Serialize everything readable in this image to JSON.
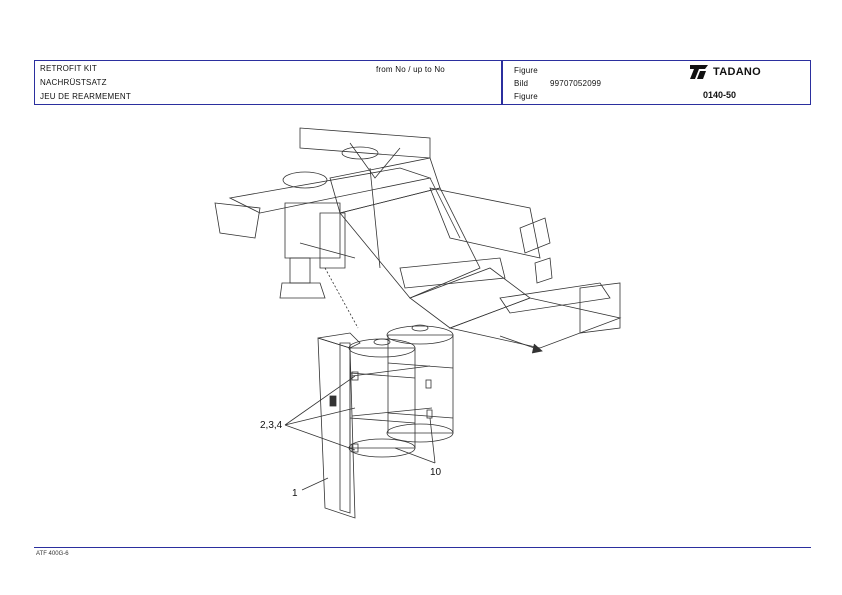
{
  "header": {
    "title_en": "RETROFIT KIT",
    "title_de": "NACHRÜSTSATZ",
    "title_fr": "JEU DE REARMEMENT",
    "serial_range": "from No / up to No",
    "figure_label_1": "Figure",
    "bild_label": "Bild",
    "figure_label_2": "Figure",
    "bild_number": "99707052099",
    "brand": "TADANO",
    "figure_number": "0140-50"
  },
  "callouts": {
    "part_group": "2,3,4",
    "part_1": "1",
    "part_10": "10"
  },
  "footer": {
    "code": "ATF 400G-6"
  }
}
